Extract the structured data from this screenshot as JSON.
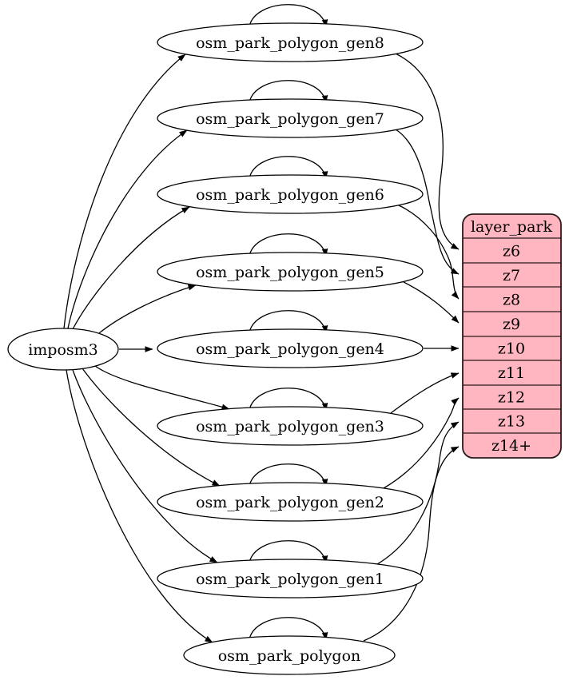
{
  "diagram": {
    "kind": "etl-dependency-graph",
    "background": "#ffffff",
    "source_node": {
      "label": "imposm3"
    },
    "tables": [
      {
        "label": "osm_park_polygon_gen8",
        "maps_to_zoom": "z6",
        "self_loop": true
      },
      {
        "label": "osm_park_polygon_gen7",
        "maps_to_zoom": "z7",
        "self_loop": true
      },
      {
        "label": "osm_park_polygon_gen6",
        "maps_to_zoom": "z8",
        "self_loop": true
      },
      {
        "label": "osm_park_polygon_gen5",
        "maps_to_zoom": "z9",
        "self_loop": true
      },
      {
        "label": "osm_park_polygon_gen4",
        "maps_to_zoom": "z10",
        "self_loop": true
      },
      {
        "label": "osm_park_polygon_gen3",
        "maps_to_zoom": "z11",
        "self_loop": true
      },
      {
        "label": "osm_park_polygon_gen2",
        "maps_to_zoom": "z12",
        "self_loop": true
      },
      {
        "label": "osm_park_polygon_gen1",
        "maps_to_zoom": "z13",
        "self_loop": true
      },
      {
        "label": "osm_park_polygon",
        "maps_to_zoom": "z14+",
        "self_loop": true
      }
    ],
    "layer": {
      "title": "layer_park",
      "rows": [
        "z6",
        "z7",
        "z8",
        "z9",
        "z10",
        "z11",
        "z12",
        "z13",
        "z14+"
      ]
    },
    "colors": {
      "layer_fill": "#ffb6c1",
      "layer_border": "#2b1b1b",
      "node_fill": "#ffffff",
      "node_border": "#000000",
      "edge": "#000000",
      "text": "#000000"
    }
  }
}
